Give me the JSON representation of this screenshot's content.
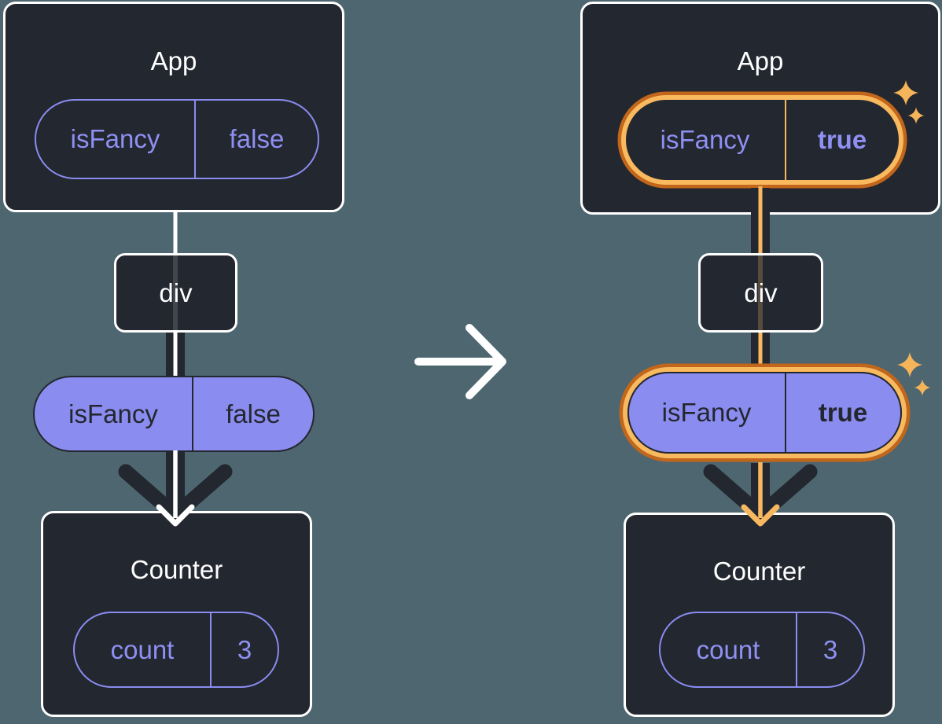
{
  "colors": {
    "background": "#4D6670",
    "node_background": "#23272F",
    "node_border": "#FFFFFF",
    "accent_purple": "#8B8CF0",
    "purple_text": "#8F90F3",
    "arrow_dark": "#23272F",
    "thread_white": "#FFFFFF",
    "orange_light": "#F9B95F",
    "orange_dark": "#C2661B",
    "sparkle": "#F5B45A"
  },
  "left_tree": {
    "app": {
      "title": "App",
      "prop_name": "isFancy",
      "prop_value": "false"
    },
    "div_node": {
      "label": "div"
    },
    "passed_prop": {
      "name": "isFancy",
      "value": "false"
    },
    "counter": {
      "title": "Counter",
      "state_name": "count",
      "state_value": "3"
    }
  },
  "right_tree": {
    "app": {
      "title": "App",
      "prop_name": "isFancy",
      "prop_value": "true"
    },
    "div_node": {
      "label": "div"
    },
    "passed_prop": {
      "name": "isFancy",
      "value": "true"
    },
    "counter": {
      "title": "Counter",
      "state_name": "count",
      "state_value": "3"
    }
  },
  "icons": {
    "transition": "arrow-right-icon",
    "prop_flow": "arrow-down-icon",
    "highlight": "sparkle-icon"
  }
}
